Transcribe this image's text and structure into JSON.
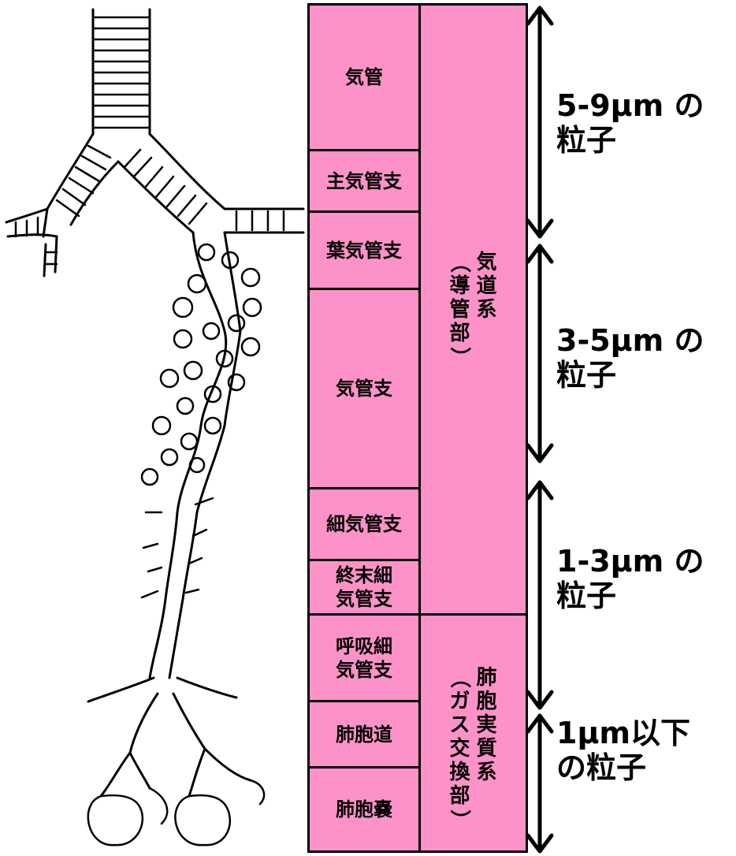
{
  "rows": {
    "trachea": "気管",
    "main_bronchus": "主気管支",
    "lobar_bronchus": "葉気管支",
    "bronchus": "気管支",
    "bronchiole": "細気管支",
    "terminal_bronchiole": "終末細\n気管支",
    "respiratory_bronchiole": "呼吸細\n気管支",
    "alveolar_duct": "肺胞道",
    "alveolar_sac": "肺胞嚢"
  },
  "groups": {
    "airway": {
      "title_col": "気道系",
      "sub_col": "（導管部）"
    },
    "parenchyma": {
      "title_col": "肺胞実質系",
      "sub_col": "（ガス交換部）"
    }
  },
  "particles": {
    "p1": "5-9μm の\n粒子",
    "p2": "3-5μm の\n粒子",
    "p3": "1-3μm の\n粒子",
    "p4": "1μm以下\nの粒子"
  }
}
